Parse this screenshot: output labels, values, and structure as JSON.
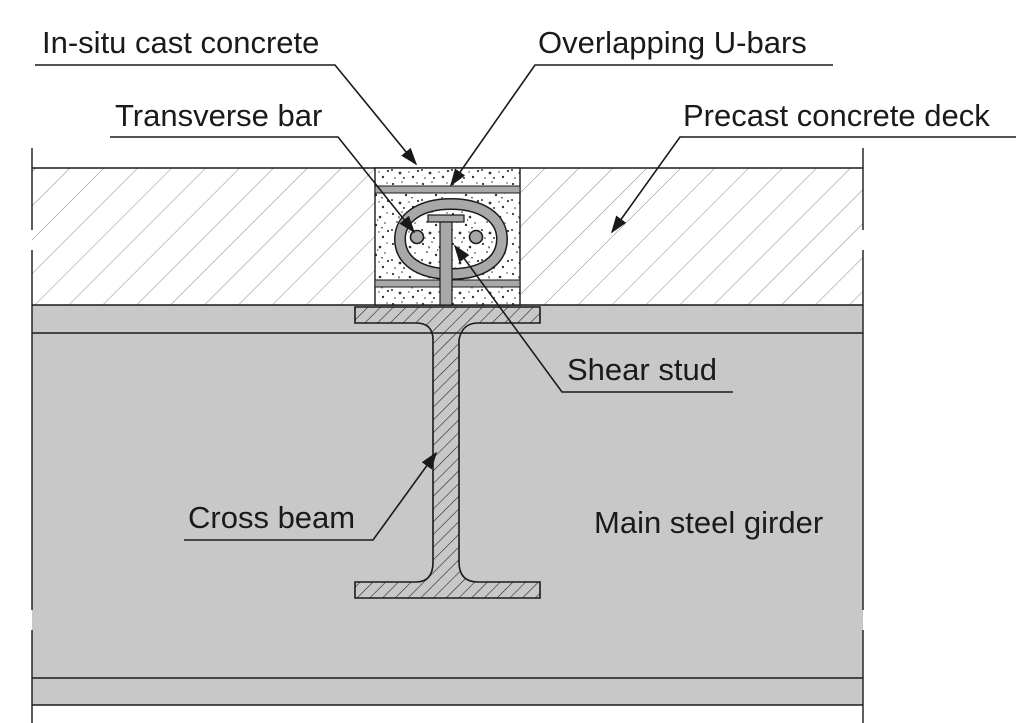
{
  "labels": {
    "in_situ": "In-situ cast concrete",
    "u_bars": "Overlapping U-bars",
    "transverse": "Transverse bar",
    "precast": "Precast concrete deck",
    "shear_stud": "Shear stud",
    "cross_beam": "Cross beam",
    "girder": "Main steel girder"
  },
  "colors": {
    "girder_fill": "#c8c8c8",
    "line": "#1a1a1a",
    "rebar": "#a8a8a8"
  }
}
